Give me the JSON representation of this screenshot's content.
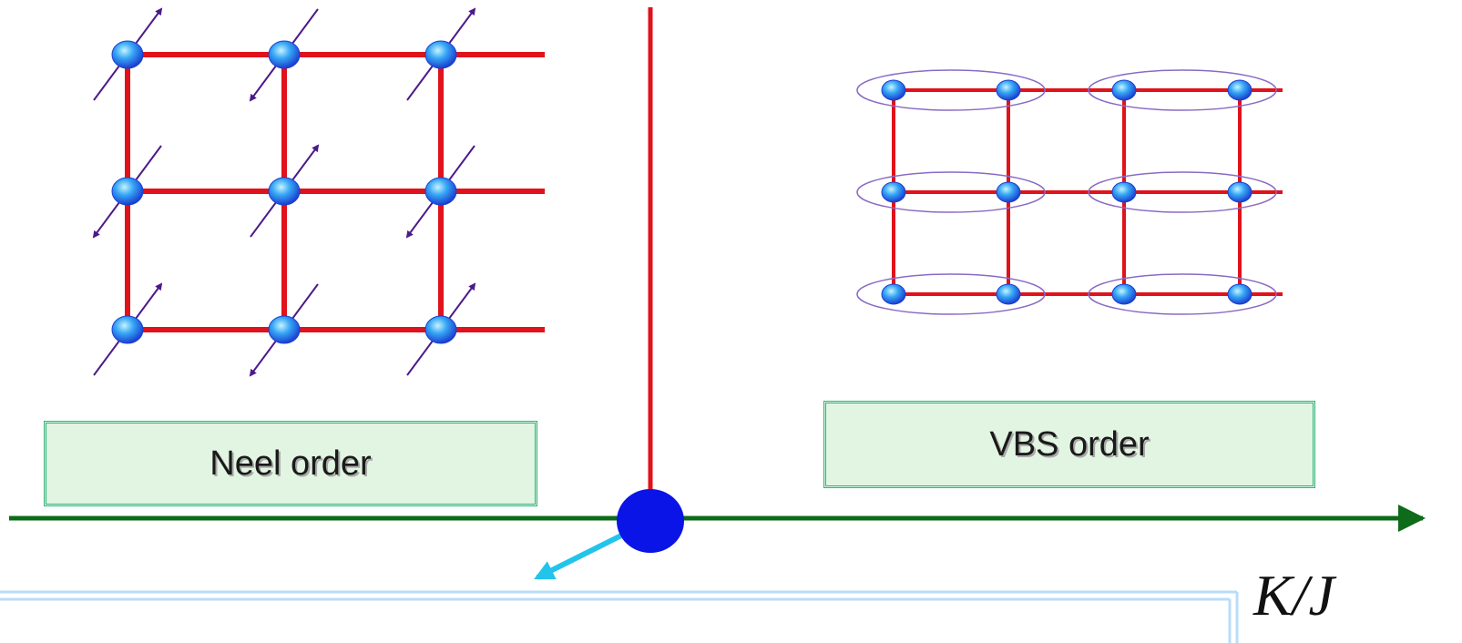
{
  "labels": {
    "neel": "Neel order",
    "vbs": "VBS order",
    "axis": "K/J"
  },
  "colors": {
    "bond": "#e0121b",
    "spin_arrow": "#4b1a8a",
    "site": "#2a8cf2",
    "dimer_ellipse": "#8a6ac4",
    "axis": "#0d6b1a",
    "critical_point": "#0a14e6",
    "critical_arrow": "#22c4ec",
    "label_box_fill": "#e2f5e2",
    "label_box_border": "#2fb27a"
  },
  "neel_spins": [
    "up",
    "down",
    "up",
    "down",
    "up",
    "down",
    "up",
    "down",
    "up"
  ],
  "icons": {
    "site": "blue-sphere",
    "spin": "double-headed-arrow",
    "critical_point": "filled-circle"
  }
}
